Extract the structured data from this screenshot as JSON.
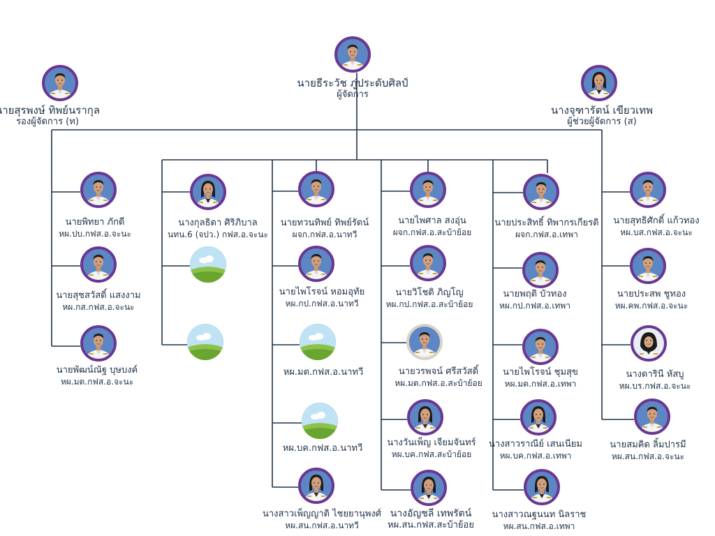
{
  "connector_color": "#1e3147",
  "frame_color": "#6a3691",
  "top": {
    "manager": {
      "name": "นายธีระวัช ภู่ประดับศิลป์",
      "title": "ผู้จัดการ"
    },
    "deputy": {
      "name": "นายสุรพงษ์ ทิพย์นรากุล",
      "title": "รองผู้จัดการ (ท)"
    },
    "assistant": {
      "name": "นางจุฑารัตน์ เขียวเทพ",
      "title": "ผู้ช่วยผู้จัดการ (ส)"
    }
  },
  "columns": {
    "col1": [
      {
        "name": "นายพิทยา ภักดี",
        "title": "หผ.ปบ.กฟส.อ.จะนะ"
      },
      {
        "name": "นายสุชสวัสดิ์ แสงงาม",
        "title": "หผ.กส.กฟส.อ.จะนะ"
      },
      {
        "name": "นายพัฒน์ณัฐ บุษบงค์",
        "title": "หผ.มต.กฟส.อ.จะนะ"
      }
    ],
    "col2": [
      {
        "name": "นางกุลธิดา ศิริภิบาล",
        "title": "นทน.6 (จปว.) กฟส.อ.จะนะ"
      },
      {
        "name": "",
        "title": ""
      },
      {
        "name": "",
        "title": ""
      }
    ],
    "col3": [
      {
        "name": "นายทวนทิพย์ ทิพย์รัตน์",
        "title": "ผจก.กฟส.อ.นาทวี"
      },
      {
        "name": "นายไพโรจน์ หอมอุทัย",
        "title": "หผ.กป.กฟส.อ.นาทวี"
      },
      {
        "name": "",
        "title": "หผ.มต.กฟส.อ.นาทวี"
      },
      {
        "name": "",
        "title": "หผ.บค.กฟส.อ.นาทวี"
      },
      {
        "name": "นางสาวเพ็ญญาติ ไชยยานุพงศ์",
        "title": "หผ.สน.กฟส.อ.นาทวี"
      }
    ],
    "col4": [
      {
        "name": "นายไพศาล สงอุ่น",
        "title": "ผจก.กฟส.อ.สะบ้าย้อย"
      },
      {
        "name": "นายวิโชติ ภิญโญ",
        "title": "หผ.กป.กฟส.อ.สะบ้าย้อย"
      },
      {
        "name": "นายวรพจน์ ศรีสวัสดิ์",
        "title": "หผ.มต.กฟส.อ.สะบ้าย้อย"
      },
      {
        "name": "นางวันเพ็ญ เจียมจันทร์",
        "title": "หผ.บค.กฟส.สะบ้าย้อย"
      },
      {
        "name": "นางอัญชลี เทพรัตน์",
        "title": "หผ.สน.กฟส.สะบ้าย้อย"
      }
    ],
    "col5": [
      {
        "name": "นายประสิทธิ์ ทิพากรเกียรติ",
        "title": "ผจก.กฟส.อ.เทพา"
      },
      {
        "name": "นายพฤติ บัวทอง",
        "title": "หผ.กป.กฟส.อ.เทพา"
      },
      {
        "name": "นายไพโรจน์ ชุมสุข",
        "title": "หผ.มต.กฟส.อ.เทพา"
      },
      {
        "name": "นางสาวราณีย์ เสนเนียม",
        "title": "หผ.บค.กฟส.อ.เทพา"
      },
      {
        "name": "นางสาวณฐนนท นิลราช",
        "title": "หผ.สน.กฟส.อ.เทพา"
      }
    ],
    "col6": [
      {
        "name": "นายสุทธิศักดิ์ แก้วทอง",
        "title": "หผ.บส.กฟส.อ.จะนะ"
      },
      {
        "name": "นายประสพ ชูทอง",
        "title": "หผ.คพ.กฟส.อ.จะนะ"
      },
      {
        "name": "นางดารินี หัสบู",
        "title": "หผ.บร.กฟส.อ.จะนะ"
      },
      {
        "name": "นายสมคิด ลิ้มปารมี",
        "title": "หผ.สน.กฟส.อ.จะนะ"
      }
    ]
  },
  "avatars": {
    "top": {
      "manager": "male",
      "deputy": "male",
      "assistant": "female"
    },
    "col1": [
      "male",
      "male",
      "male"
    ],
    "col2": [
      "female",
      "placeholder",
      "placeholder"
    ],
    "col3": [
      "male",
      "male",
      "placeholder",
      "placeholder",
      "female"
    ],
    "col4": [
      "male",
      "male",
      "male",
      "female",
      "female"
    ],
    "col5": [
      "male",
      "male",
      "male",
      "female",
      "female"
    ],
    "col6": [
      "male",
      "male",
      "female-hijab",
      "male"
    ]
  }
}
